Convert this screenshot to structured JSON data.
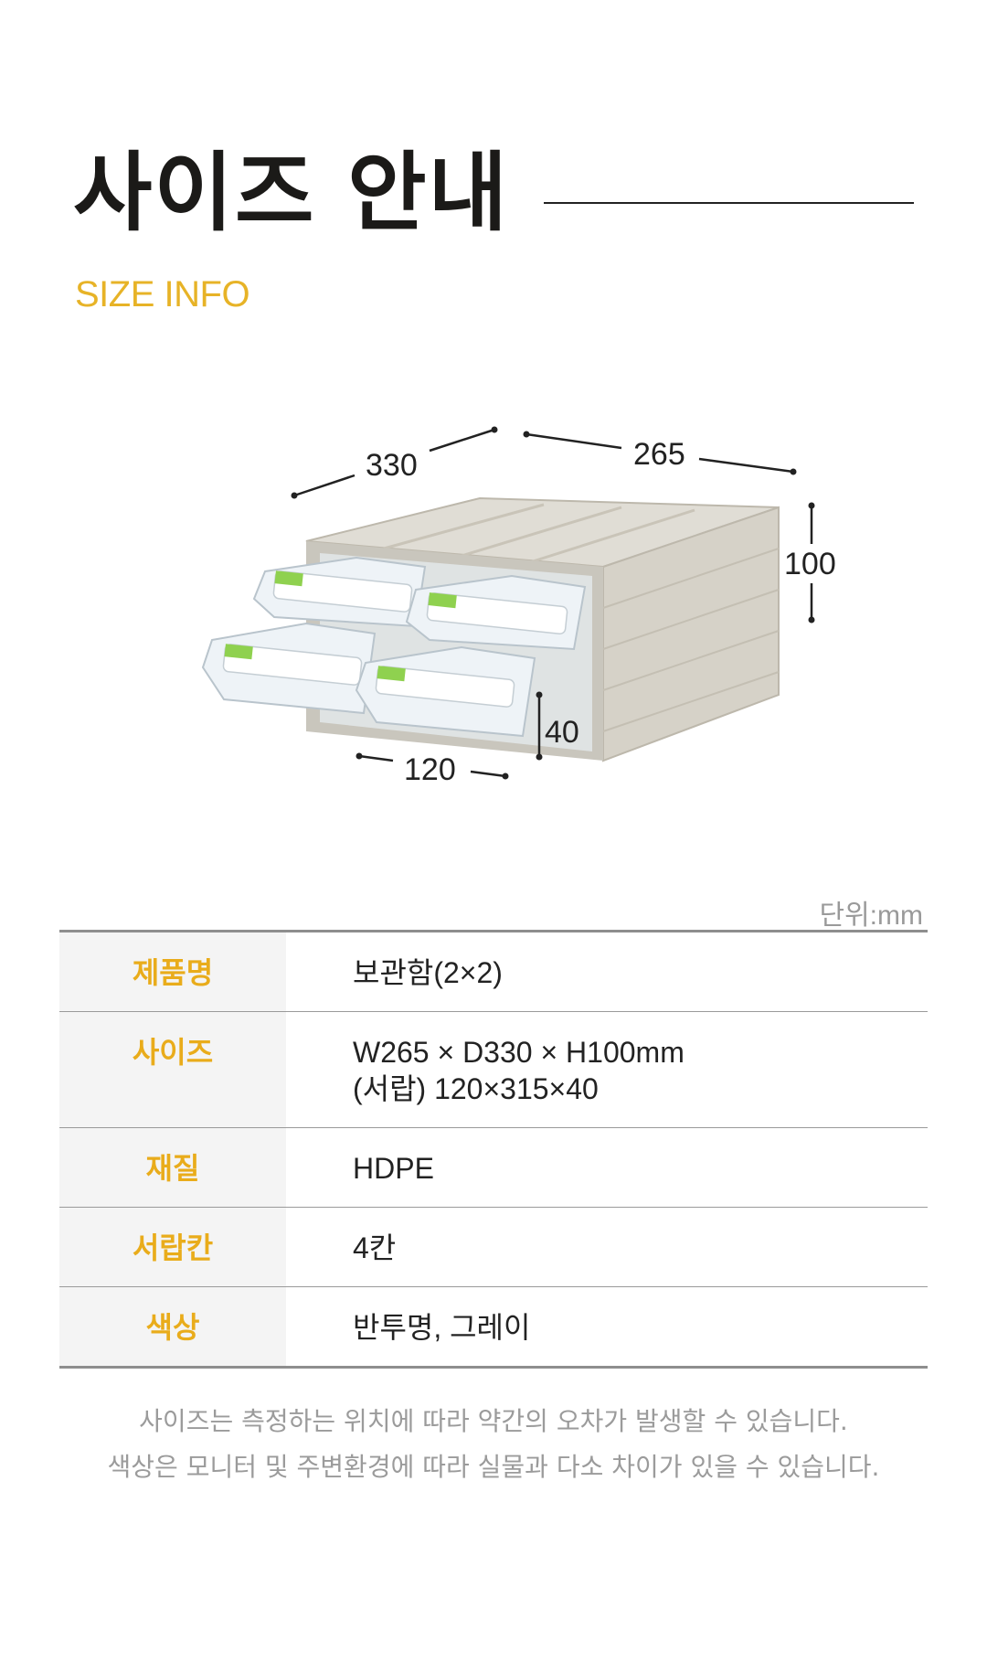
{
  "header": {
    "title": "사이즈 안내",
    "subtitle": "SIZE INFO"
  },
  "figure": {
    "dims": {
      "width": "265",
      "depth": "330",
      "height": "100",
      "drawer_width": "120",
      "drawer_height": "40"
    },
    "colors": {
      "cabinet": "#d6d2c8",
      "drawer": "#e8eef2",
      "label_accent": "#8fd14f"
    }
  },
  "unit_label": "단위:mm",
  "spec": {
    "rows": [
      {
        "label": "제품명",
        "value": "보관함(2×2)",
        "value2": ""
      },
      {
        "label": "사이즈",
        "value": "W265 × D330 × H100mm",
        "value2": "(서랍) 120×315×40"
      },
      {
        "label": "재질",
        "value": "HDPE",
        "value2": ""
      },
      {
        "label": "서랍칸",
        "value": "4칸",
        "value2": ""
      },
      {
        "label": "색상",
        "value": "반투명, 그레이",
        "value2": ""
      }
    ]
  },
  "notes": [
    "사이즈는 측정하는 위치에 따라 약간의 오차가 발생할 수 있습니다.",
    "색상은 모니터 및 주변환경에 따라 실물과 다소 차이가 있을 수 있습니다."
  ],
  "colors": {
    "accent": "#e9ac1b",
    "subtitle": "#e7b327",
    "label_bg": "#f4f4f4"
  }
}
